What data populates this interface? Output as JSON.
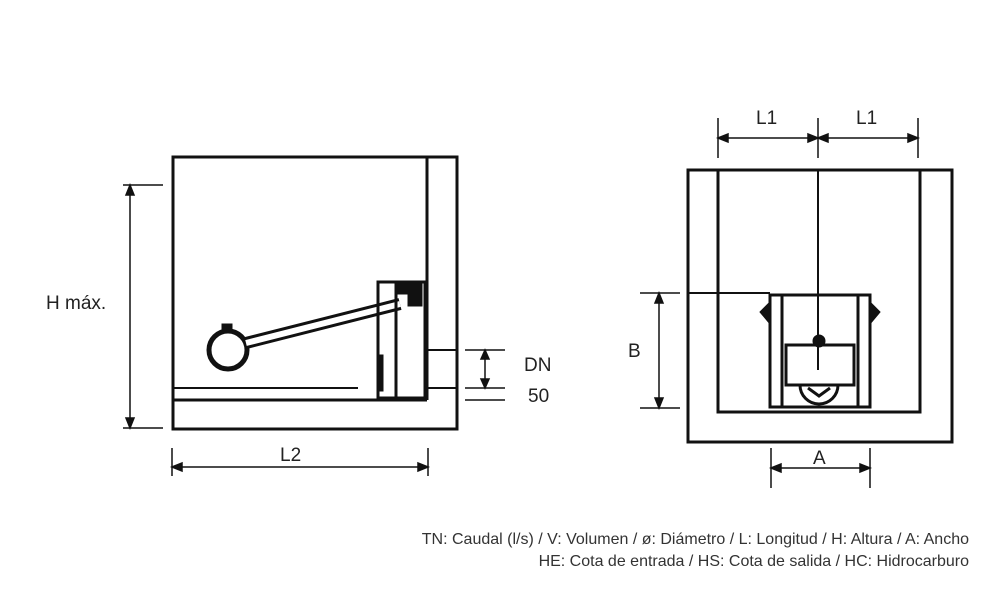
{
  "left_view": {
    "h_label": "H máx.",
    "l2_label": "L2",
    "dn_label": "DN",
    "dn_value": "50"
  },
  "right_view": {
    "l1_left": "L1",
    "l1_right": "L1",
    "b_label": "B",
    "a_label": "A"
  },
  "caption": {
    "line1": "TN: Caudal (l/s) / V: Volumen / ø: Diámetro / L: Longitud / H: Altura / A: Ancho",
    "line2": "HE: Cota de entrada / HS: Cota de salida / HC: Hidrocarburo"
  }
}
